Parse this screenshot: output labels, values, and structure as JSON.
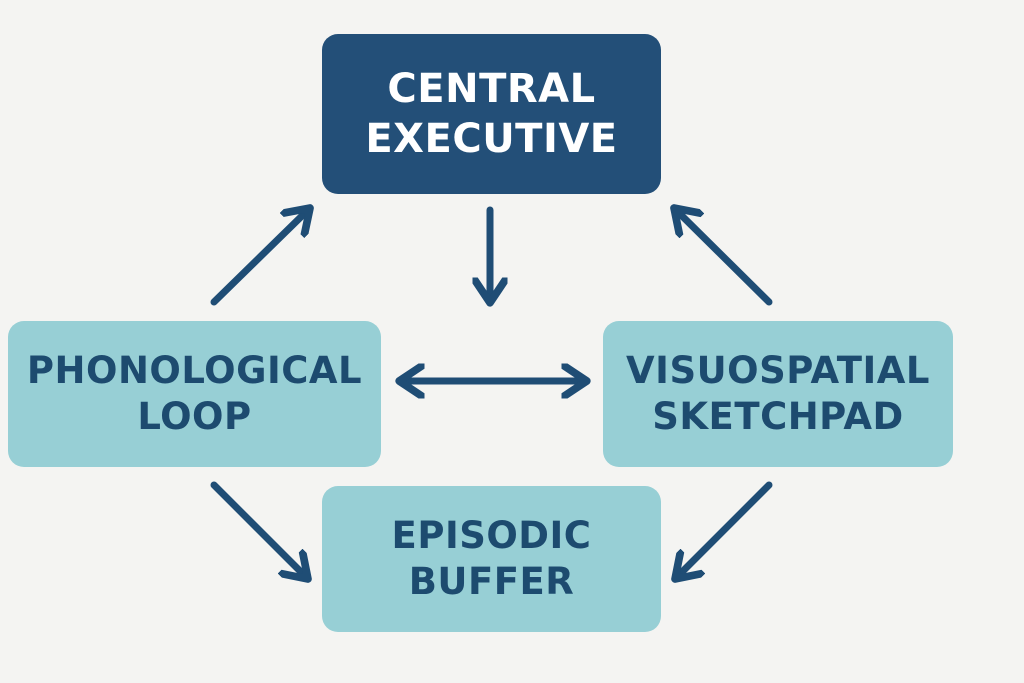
{
  "diagram": {
    "colors": {
      "background": "#f4f4f2",
      "central_fill": "#234f78",
      "component_fill": "#97cfd5",
      "component_text": "#1d4b6f",
      "arrow": "#1f4d75"
    },
    "central_executive": {
      "line1": "CENTRAL",
      "line2": "EXECUTIVE"
    },
    "phonological_loop": {
      "line1": "PHONOLOGICAL",
      "line2": "LOOP"
    },
    "visuospatial_sketchpad": {
      "line1": "VISUOSPATIAL",
      "line2": "SKETCHPAD"
    },
    "episodic_buffer": {
      "line1": "EPISODIC",
      "line2": "BUFFER"
    },
    "arrows": [
      {
        "from": "phonological_loop",
        "to": "central_executive",
        "direction": "one-way"
      },
      {
        "from": "visuospatial_sketchpad",
        "to": "central_executive",
        "direction": "one-way"
      },
      {
        "from": "central_executive",
        "to": "episodic_buffer",
        "direction": "one-way"
      },
      {
        "from": "phonological_loop",
        "to": "visuospatial_sketchpad",
        "direction": "two-way"
      },
      {
        "from": "phonological_loop",
        "to": "episodic_buffer",
        "direction": "one-way"
      },
      {
        "from": "visuospatial_sketchpad",
        "to": "episodic_buffer",
        "direction": "one-way"
      }
    ]
  }
}
